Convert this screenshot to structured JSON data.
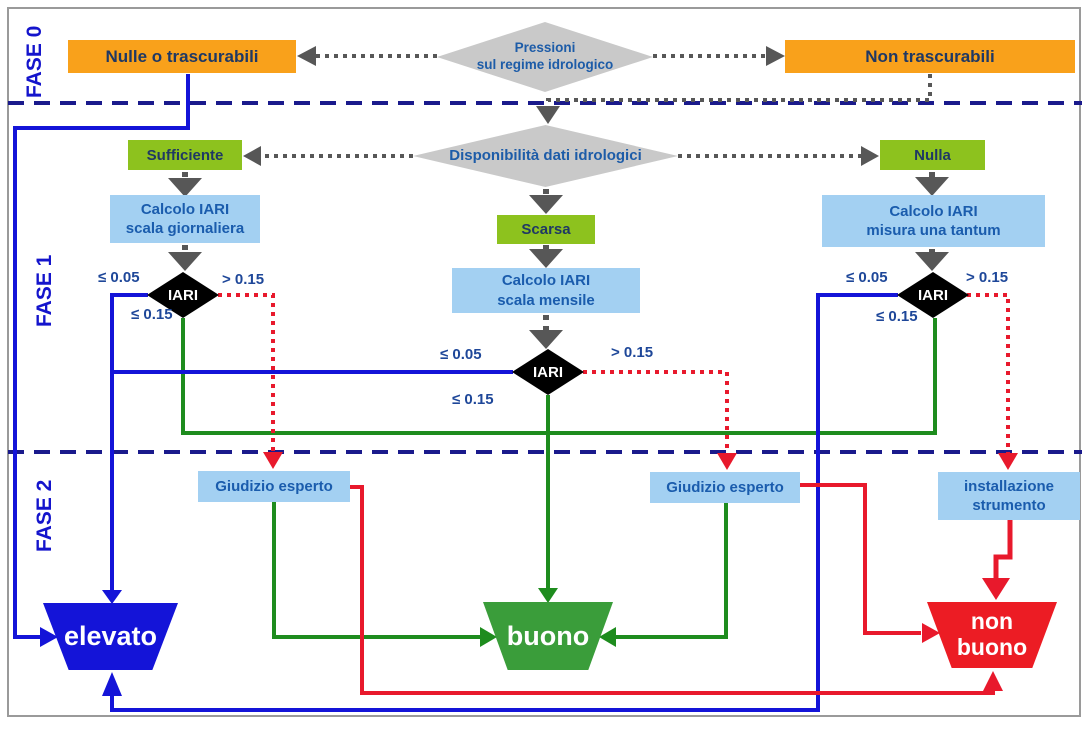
{
  "diagram": {
    "title_implicit": "Diagramma di flusso IARI",
    "phases": [
      {
        "label": "FASE 0"
      },
      {
        "label": "FASE 1"
      },
      {
        "label": "FASE 2"
      }
    ],
    "nodes": {
      "pressioni": {
        "line1": "Pressioni",
        "line2": "sul regime idrologico"
      },
      "nulle": {
        "label": "Nulle o trascurabili"
      },
      "non_trascurabili": {
        "label": "Non trascurabili"
      },
      "disponibilita": {
        "label": "Disponibilità dati idrologici"
      },
      "sufficiente": {
        "label": "Sufficiente"
      },
      "scarsa": {
        "label": "Scarsa"
      },
      "nulla": {
        "label": "Nulla"
      },
      "calcolo_giornaliera": {
        "line1": "Calcolo IARI",
        "line2": "scala giornaliera"
      },
      "calcolo_mensile": {
        "line1": "Calcolo IARI",
        "line2": "scala mensile"
      },
      "calcolo_tantum": {
        "line1": "Calcolo IARI",
        "line2": "misura una tantum"
      },
      "iari": {
        "label": "IARI"
      },
      "giudizio_sx": {
        "label": "Giudizio esperto"
      },
      "giudizio_dx": {
        "label": "Giudizio esperto"
      },
      "installazione": {
        "line1": "installazione",
        "line2": "strumento"
      },
      "elevato": {
        "label": "elevato"
      },
      "buono": {
        "label": "buono"
      },
      "non_buono": {
        "line1": "non",
        "line2": "buono"
      }
    },
    "edge_labels": {
      "le_005": "≤ 0.05",
      "gt_015": "> 0.15",
      "le_015": "≤ 0.15"
    },
    "colors": {
      "orange_box": "#F9A11B",
      "green_box": "#8DC21E",
      "light_blue_box": "#A3D0F2",
      "gray_diamond": "#C9C9C9",
      "dark_gray_arrow": "#575757",
      "blue_path": "#1414D8",
      "green_path": "#1E8C1E",
      "green_trapezoid": "#3A9D3A",
      "red_path": "#E8192C",
      "red_trapezoid": "#EC1C24",
      "phase_separator": "#1A1A8C",
      "navy_text": "#1F3864",
      "blue_box_text": "#1A5CAD",
      "edge_label_text": "#1E4799",
      "fase_label_text": "#1414CC",
      "iari_fill": "#000000",
      "iari_text": "#FFFFFF"
    }
  }
}
